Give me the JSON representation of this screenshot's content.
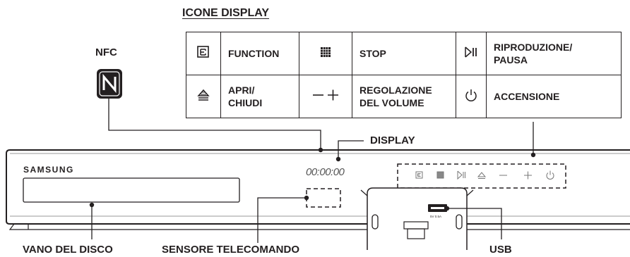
{
  "title": "ICONE DISPLAY",
  "icon_table": {
    "rows": [
      [
        {
          "icon": "function-icon",
          "label": "FUNCTION"
        },
        {
          "icon": "stop-icon",
          "label": "STOP"
        },
        {
          "icon": "play-pause-icon",
          "label": "RIPRODUZIONE/ PAUSA"
        }
      ],
      [
        {
          "icon": "eject-icon",
          "label": "APRI/ CHIUDI"
        },
        {
          "icon": "volume-icon",
          "label": "REGOLAZIONE DEL VOLUME"
        },
        {
          "icon": "power-icon",
          "label": "ACCENSIONE"
        }
      ]
    ]
  },
  "callouts": {
    "nfc": "NFC",
    "display": "DISPLAY",
    "disc_tray": "VANO DEL DISCO",
    "remote_sensor": "SENSORE TELECOMANDO",
    "usb": "USB"
  },
  "device": {
    "brand": "SAMSUNG",
    "display_readout": "00:00:00",
    "usb_rating": "5V 0.5A"
  },
  "colors": {
    "ink": "#231f20",
    "panel_lines": "#9a9a9a",
    "dashed": "#231f20",
    "background": "#ffffff"
  }
}
